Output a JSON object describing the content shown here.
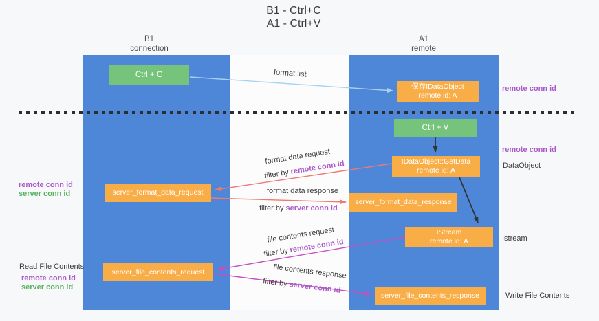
{
  "title": {
    "line1": "B1 - Ctrl+C",
    "line2": "A1 - Ctrl+V"
  },
  "lifelines": {
    "b1": {
      "name": "B1",
      "role": "connection"
    },
    "a1": {
      "name": "A1",
      "role": "remote"
    }
  },
  "boxes": {
    "ctrl_c": "Ctrl + C",
    "ctrl_v": "Ctrl + V",
    "save_dataobject": {
      "title": "保存IDataObject",
      "subtitle": "remote id: A"
    },
    "getdata": {
      "title": "IDataObject::GetData",
      "subtitle": "remote id: A"
    },
    "istream": {
      "title": "IStream",
      "subtitle": "remote id: A"
    },
    "server_format_data_request": "server_format_data_request",
    "server_format_data_response": "server_format_data_response",
    "server_file_contents_request": "server_file_contents_request",
    "server_file_contents_response": "server_file_contents_response"
  },
  "labels": {
    "format_list": "format list",
    "format_data_request": "format data request",
    "format_data_response": "format data response",
    "file_contents_request": "file contents request",
    "file_contents_response": "file contents response",
    "filter_by": "filter by",
    "remote_conn_id": "remote conn id",
    "server_conn_id": "server conn id",
    "read_file_contents": "Read File Contents",
    "write_file_contents": "Write File Contents",
    "dataobject": "DataObject",
    "istream_side": "Istream"
  },
  "colors": {
    "lifeline_blue": "#4e86d8",
    "box_green": "#76c47c",
    "box_orange": "#f9ad47",
    "remote_conn_purple": "#ab5bc9",
    "server_conn_green": "#58b261",
    "arrow_format": "#ed7a70",
    "arrow_file": "#c44fc0",
    "arrow_format_list": "#a9d2f0",
    "arrow_black": "#333333",
    "page_bg": "#f7f8fa"
  }
}
